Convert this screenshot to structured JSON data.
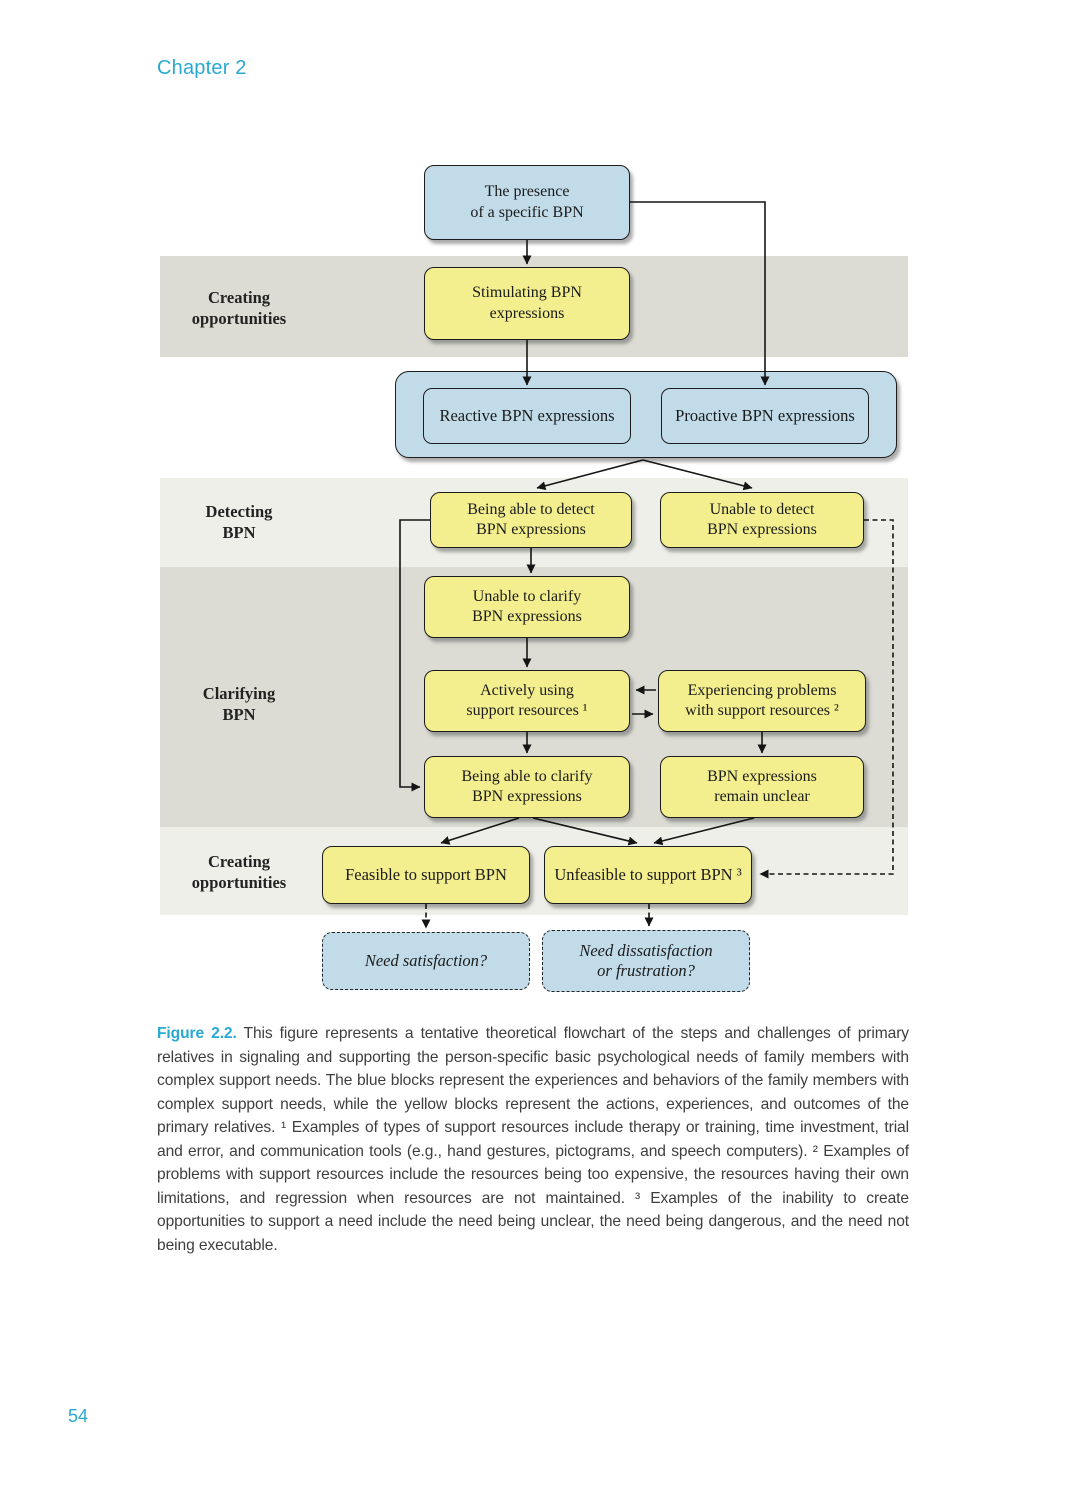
{
  "page": {
    "chapter": "Chapter 2",
    "page_number": "54"
  },
  "figure": {
    "bands": [
      {
        "label": "Creating\nopportunities"
      },
      {
        "label": "Detecting\nBPN"
      },
      {
        "label": "Clarifying\nBPN"
      },
      {
        "label": "Creating\nopportunities"
      }
    ],
    "nodes": {
      "presence": {
        "text": "The presence\nof a specific BPN"
      },
      "stimulating": {
        "text": "Stimulating BPN\nexpressions"
      },
      "reactive": {
        "text": "Reactive BPN expressions"
      },
      "proactive": {
        "text": "Proactive BPN expressions"
      },
      "detect_able": {
        "text": "Being able to detect\nBPN expressions"
      },
      "detect_unable": {
        "text": "Unable to detect\nBPN expressions"
      },
      "clarify_unable": {
        "text": "Unable to clarify\nBPN expressions"
      },
      "actively_using": {
        "text": "Actively using\nsupport resources ¹"
      },
      "experiencing_problems": {
        "text": "Experiencing problems\nwith support resources ²"
      },
      "clarify_able": {
        "text": "Being able to clarify\nBPN expressions"
      },
      "remain_unclear": {
        "text": "BPN expressions\nremain unclear"
      },
      "feasible": {
        "text": "Feasible to support BPN"
      },
      "unfeasible": {
        "text": "Unfeasible to support BPN ³"
      },
      "need_satisfaction": {
        "text": "Need satisfaction?"
      },
      "need_dissatisfaction": {
        "text": "Need dissatisfaction\nor frustration?"
      }
    },
    "colors": {
      "accent": "#29a9d2",
      "yellow": "#f3ee8e",
      "blue": "#c1dbe9",
      "band_dark": "#dcdcd5",
      "band_light": "#efefe9",
      "line": "#151515",
      "border": "#1c1c1c",
      "caption": "#3e3e3e"
    }
  },
  "caption": {
    "label": "Figure 2.2.",
    "text": "This figure represents a tentative theoretical flowchart of the steps and challenges of primary relatives in signaling and supporting the person-specific basic psychological needs of family members with complex support needs. The blue blocks represent the experiences and behaviors of the family members with complex support needs, while the yellow blocks represent the actions, experiences, and outcomes of the primary relatives. ¹ Examples of types of support resources include therapy or training, time investment, trial and error, and communication tools (e.g., hand gestures, pictograms, and speech computers). ² Examples of problems with support resources include the resources being too expensive, the resources having their own limitations, and regression when resources are not maintained. ³ Examples of the inability to create opportunities to support a need include the need being unclear, the need being dangerous, and the need not being executable."
  }
}
